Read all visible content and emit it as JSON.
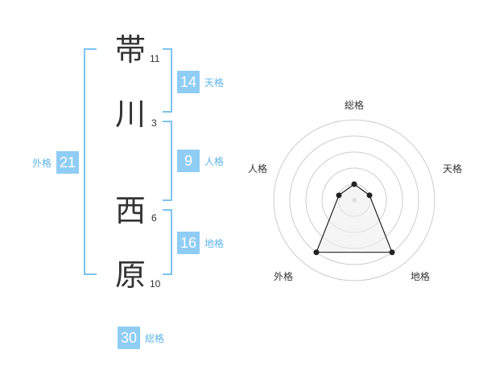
{
  "name": {
    "characters": [
      {
        "char": "帯",
        "strokes": "11"
      },
      {
        "char": "川",
        "strokes": "3"
      },
      {
        "char": "西",
        "strokes": "6"
      },
      {
        "char": "原",
        "strokes": "10"
      }
    ]
  },
  "fortune": {
    "tenkaku": {
      "value": "14",
      "label": "天格"
    },
    "jinkaku": {
      "value": "9",
      "label": "人格"
    },
    "chikaku": {
      "value": "16",
      "label": "地格"
    },
    "gaikaku": {
      "value": "21",
      "label": "外格"
    },
    "soukaku": {
      "value": "30",
      "label": "総格"
    }
  },
  "colors": {
    "accent": "#8fcdf4",
    "accent_text": "#5fb4ea",
    "bracket": "#7cc4ef",
    "text": "#333333",
    "radar_grid": "#cccccc",
    "radar_fill": "#eeeeee"
  },
  "chart_data": {
    "type": "radar",
    "axes": [
      "総格",
      "天格",
      "地格",
      "外格",
      "人格"
    ],
    "grid_rings": 5,
    "values": [
      0.2,
      0.2,
      0.8,
      0.8,
      0.2
    ],
    "range": [
      0,
      1
    ]
  }
}
